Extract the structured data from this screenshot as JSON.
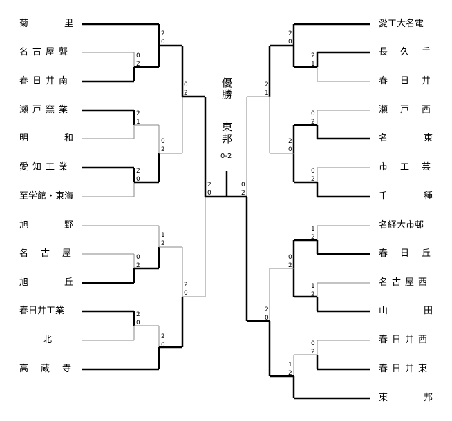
{
  "title": "優勝",
  "champion": "東邦",
  "final_score": "0-2",
  "left_teams": [
    "菊里",
    "名古屋聾",
    "春日井南",
    "瀬戸窯業",
    "明和",
    "愛知工業",
    "至学館・東海",
    "旭野",
    "名古屋",
    "旭丘",
    "春日井工業",
    "北",
    "高蔵寺"
  ],
  "right_teams": [
    "愛工大名電",
    "長久手",
    "春日井",
    "瀬戸西",
    "名東",
    "市工芸",
    "千種",
    "名経大市邨",
    "春日丘",
    "名古屋西",
    "山田",
    "春日井西",
    "春日井東",
    "東邦"
  ],
  "left_scores": [
    [
      "2",
      "0"
    ],
    [
      "0",
      "2"
    ],
    [
      "2",
      "1"
    ],
    [
      "2",
      "0"
    ],
    [
      "0",
      "2"
    ],
    [
      "0",
      "2"
    ],
    [
      "1",
      "2"
    ],
    [
      "2",
      "0"
    ],
    [
      "2",
      "0"
    ],
    [
      "0",
      "2"
    ],
    [
      "2",
      "0"
    ],
    [
      "2",
      "0"
    ]
  ],
  "right_scores": [
    [
      "2",
      "0"
    ],
    [
      "2",
      "1"
    ],
    [
      "0",
      "2"
    ],
    [
      "0",
      "2"
    ],
    [
      "2",
      "0"
    ],
    [
      "1",
      "2"
    ],
    [
      "1",
      "2"
    ],
    [
      "0",
      "2"
    ],
    [
      "0",
      "2"
    ],
    [
      "1",
      "2"
    ],
    [
      "2",
      "1"
    ],
    [
      "2",
      "0"
    ],
    [
      "0",
      "2"
    ]
  ],
  "center_scores": [
    "0",
    "2"
  ]
}
